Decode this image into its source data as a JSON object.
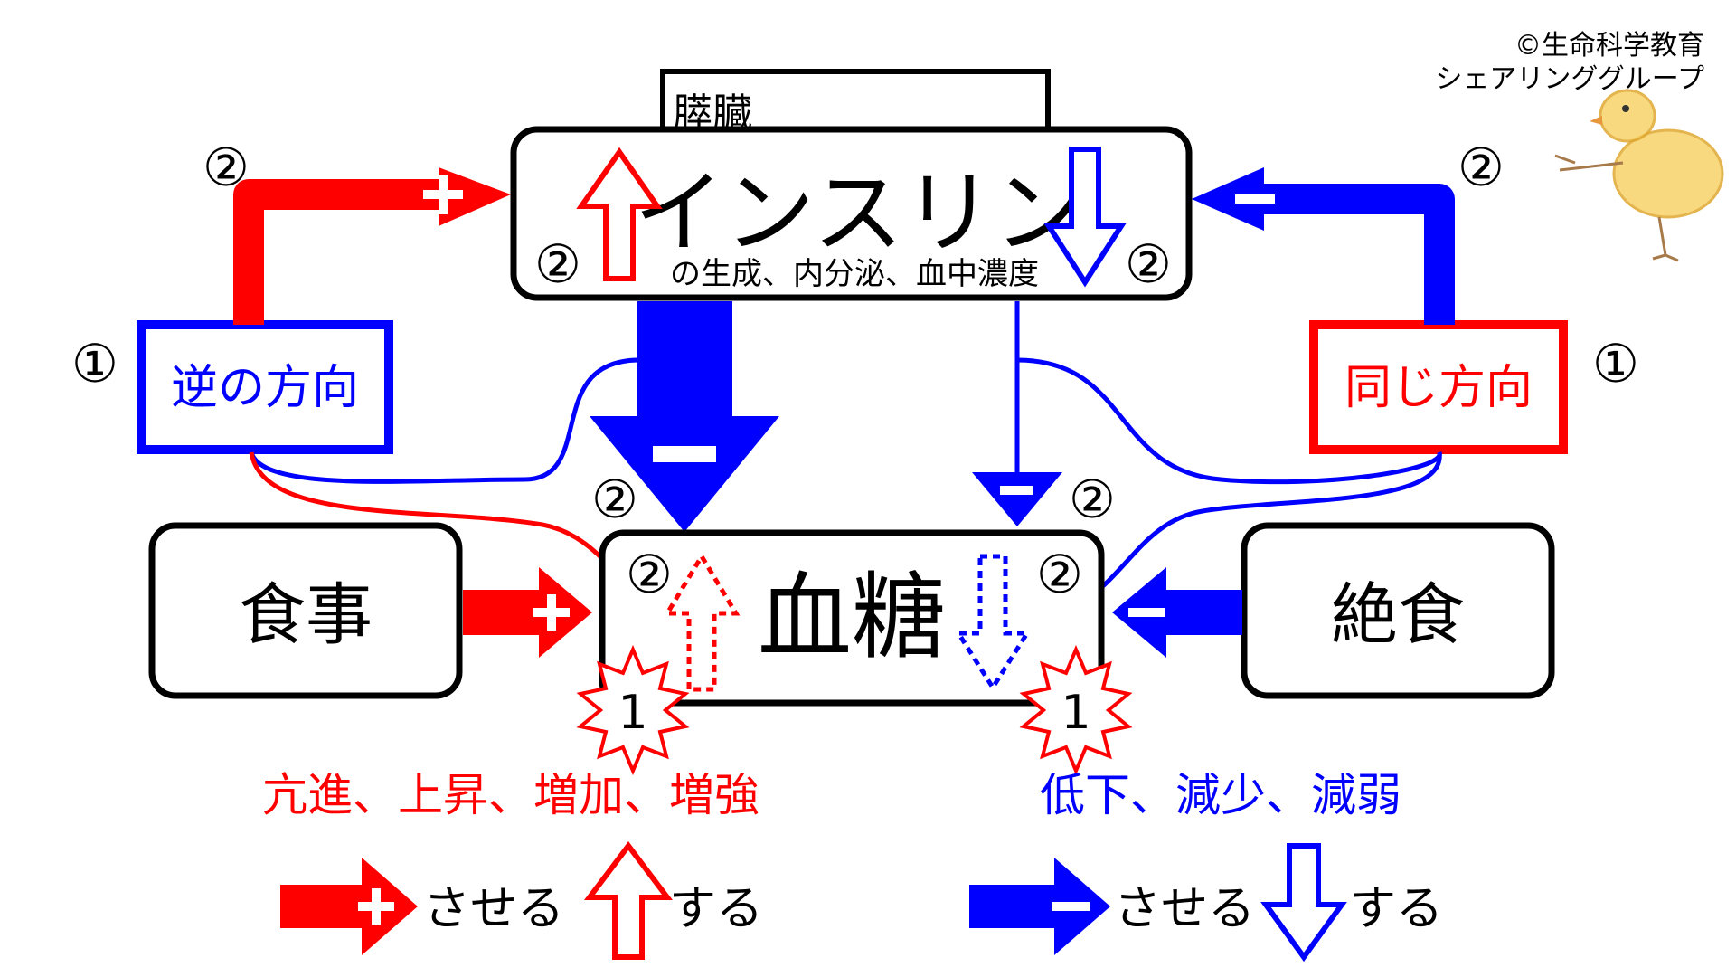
{
  "copyright": {
    "line1": "©生命科学教育",
    "line2": "シェアリンググループ"
  },
  "organ": "膵臓",
  "insulin": {
    "title": "インスリン",
    "subtitle": "の生成、内分泌、血中濃度"
  },
  "center": "血糖",
  "left_box": "食事",
  "right_box": "絶食",
  "left_relation": "逆の方向",
  "right_relation": "同じ方向",
  "markers": {
    "circle_one": "①",
    "circle_two": "②",
    "burst_one": "1"
  },
  "increase_terms": "亢進、上昇、増加、増強",
  "decrease_terms": "低下、減少、減弱",
  "legend": {
    "plus_label": "させる",
    "up_label": "する",
    "minus_label": "させる",
    "down_label": "する"
  },
  "colors": {
    "increase": "#ff0000",
    "decrease": "#0000ff",
    "outline": "#000000"
  }
}
